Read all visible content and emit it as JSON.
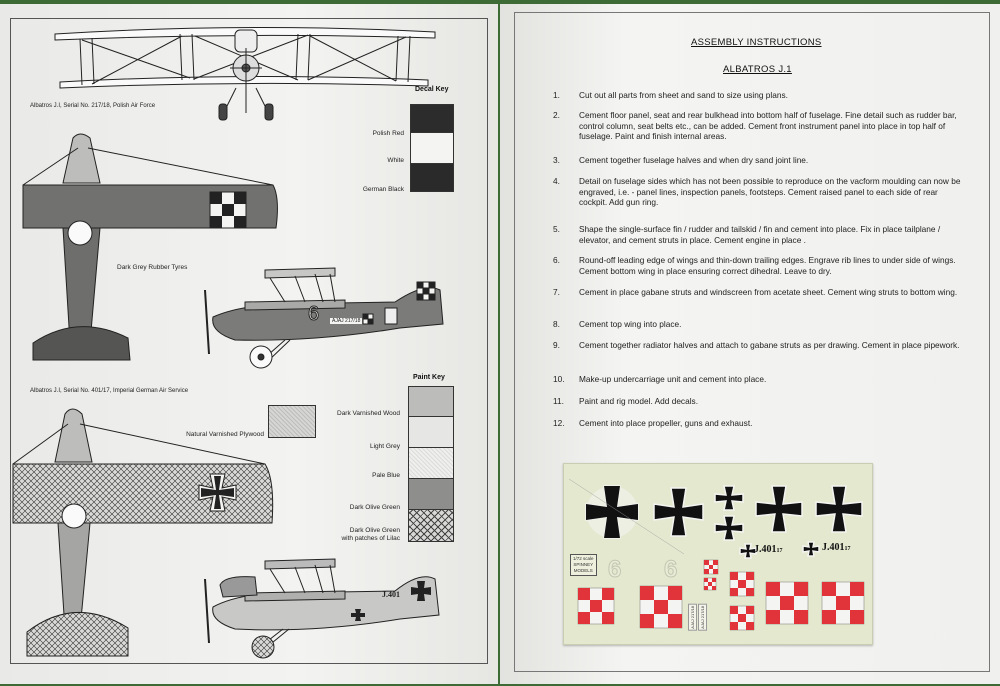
{
  "left_page": {
    "aircraft1_caption": "Albatros J.I, Serial No. 217/18, Polish Air Force",
    "aircraft2_caption": "Albatros J.I, Serial No. 401/17, Imperial German Air Service",
    "tyres_note": "Dark Grey Rubber Tyres",
    "decal_key": {
      "title": "Decal Key",
      "items": [
        {
          "label": "Polish  Red",
          "color": "#2c2c2c"
        },
        {
          "label": "White",
          "color": "#f4f4f2"
        },
        {
          "label": "German  Black",
          "color": "#2a2a2a"
        }
      ]
    },
    "paint_key": {
      "title": "Paint Key",
      "natural_plywood": "Natural Varnished Plywood",
      "items": [
        {
          "label": "Dark Varnished Wood"
        },
        {
          "label": "Light Grey"
        },
        {
          "label": "Pale Blue"
        },
        {
          "label": "Dark Olive Green"
        },
        {
          "label_line1": "Dark Olive Green",
          "label_line2": "with patches of Lilac"
        }
      ]
    },
    "fuselage_number": "6",
    "serial_marking_1": "J.401",
    "serial_marking_2": "AJAJ 217/18"
  },
  "right_page": {
    "heading": "ASSEMBLY INSTRUCTIONS",
    "subheading": "ALBATROS J.1",
    "steps": [
      {
        "num": "1.",
        "text": "Cut out all parts from sheet and sand to size using plans."
      },
      {
        "num": "2.",
        "text": "Cement floor panel, seat and rear bulkhead into bottom half of fuselage. Fine detail such as rudder bar, control column, seat belts etc., can be added. Cement front instrument panel into place in top half of fuselage. Paint and finish internal areas."
      },
      {
        "num": "3.",
        "text": "Cement together fuselage halves and when dry sand joint line."
      },
      {
        "num": "4.",
        "text": "Detail on fuselage sides which has not been possible to reproduce on the vacform moulding can now be engraved, i.e. - panel lines, inspection panels, footsteps. Cement raised panel  to each side of rear cockpit. Add gun ring."
      },
      {
        "num": "5.",
        "text": "Shape the single-surface fin / rudder and tailskid / fin and cement into place. Fix in place tailplane / elevator, and cement struts in place. Cement engine in place ."
      },
      {
        "num": "6.",
        "text": "Round-off leading edge of wings and thin-down trailing edges. Engrave rib lines to under side of wings. Cement bottom wing in place ensuring correct dihedral. Leave to dry."
      },
      {
        "num": "7.",
        "text": "Cement in place gabane struts and windscreen from acetate sheet. Cement wing struts to bottom wing."
      },
      {
        "num": "8.",
        "text": "Cement top wing into place."
      },
      {
        "num": "9.",
        "text": "Cement together radiator halves and attach to gabane struts as per drawing. Cement in place pipework."
      },
      {
        "num": "10.",
        "text": "Make-up undercarriage unit and cement into place."
      },
      {
        "num": "11.",
        "text": "Paint and rig model.  Add decals."
      },
      {
        "num": "12.",
        "text": "Cement into place propeller, guns and exhaust."
      }
    ],
    "decal_sheet": {
      "reg1": "J.401",
      "reg1_sub": "17",
      "reg2": "J.401",
      "reg2_sub": "17",
      "numeral": "6",
      "maker_line1": "1/72 scale",
      "maker_line2": "SPINNEY",
      "maker_line3": "MODELS",
      "serial_a": "AJAJ 217/18",
      "serial_b": "AJAJ 217/18"
    }
  }
}
